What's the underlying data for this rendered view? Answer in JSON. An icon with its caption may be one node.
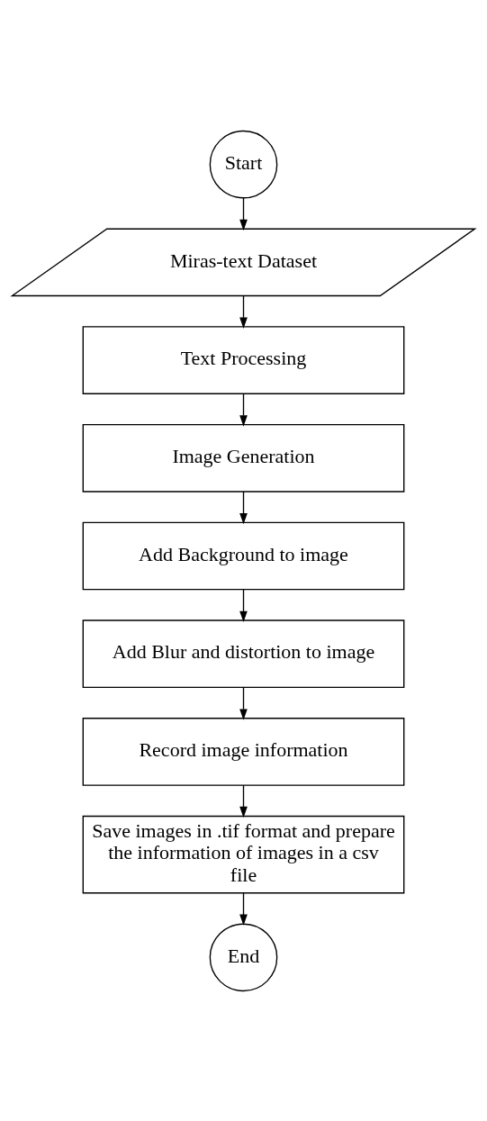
{
  "diagram": {
    "nodes": [
      {
        "text": [
          "Start"
        ]
      },
      {
        "text": [
          "Miras-text Dataset"
        ]
      },
      {
        "text": [
          "Text Processing"
        ]
      },
      {
        "text": [
          "Image Generation"
        ]
      },
      {
        "text": [
          "Add Background to image"
        ]
      },
      {
        "text": [
          "Add Blur and distortion to image"
        ]
      },
      {
        "text": [
          "Record image information"
        ]
      },
      {
        "text": [
          "Save images in .tif format and prepare the information of images in a csv file"
        ]
      },
      {
        "text": [
          "End"
        ]
      }
    ],
    "edges": [
      {
        "from": 0,
        "to": 1,
        "arrow": "to"
      },
      {
        "from": 1,
        "to": 2,
        "arrow": "to"
      },
      {
        "from": 2,
        "to": 3,
        "arrow": "to"
      },
      {
        "from": 3,
        "to": 4,
        "arrow": "to"
      },
      {
        "from": 4,
        "to": 5,
        "arrow": "to"
      },
      {
        "from": 5,
        "to": 6,
        "arrow": "to"
      },
      {
        "from": 6,
        "to": 7,
        "arrow": "to"
      },
      {
        "from": 7,
        "to": 8,
        "arrow": "to"
      }
    ]
  }
}
